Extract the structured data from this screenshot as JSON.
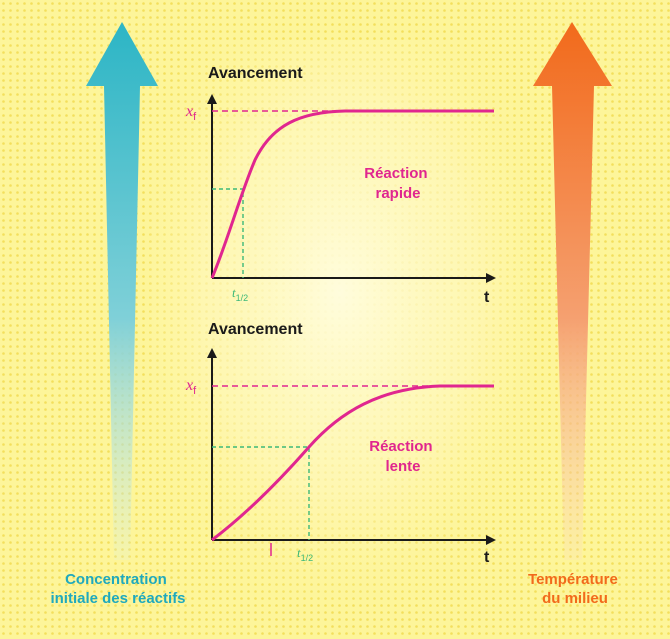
{
  "colors": {
    "background": "#fdf59a",
    "curve": "#e0268f",
    "guide": "#3cb878",
    "axis": "#1a1a1a",
    "left_arrow": "#2cb5c5",
    "right_arrow": "#f26a1b"
  },
  "left_side": {
    "label_line1": "Concentration",
    "label_line2": "initiale des réactifs"
  },
  "right_side": {
    "label_line1": "Température",
    "label_line2": "du milieu"
  },
  "top_chart": {
    "y_axis_title": "Avancement",
    "x_axis_label": "t",
    "xf_main": "x",
    "xf_sub": "f",
    "thalf_main": "t",
    "thalf_sub": "1/2",
    "reaction_line1": "Réaction",
    "reaction_line2": "rapide"
  },
  "bottom_chart": {
    "y_axis_title": "Avancement",
    "x_axis_label": "t",
    "xf_main": "x",
    "xf_sub": "f",
    "thalf_main": "t",
    "thalf_sub": "1/2",
    "reaction_line1": "Réaction",
    "reaction_line2": "lente"
  }
}
